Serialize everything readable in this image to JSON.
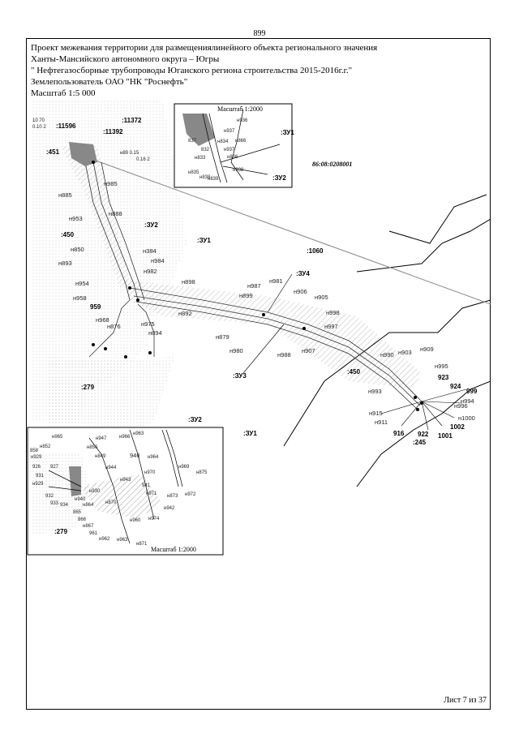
{
  "page_number": "899",
  "title_lines": [
    "Проект межевания территории для размещениялинейного объекта регионального значения",
    "Ханты-Мансийского автономного округа – Югры",
    "\" Нефтегазосборные трубопроводы Юганского региона строительства 2015-2016г.г.\"",
    "Землепользователь ОАО \"НК \"Роснефть\"",
    "Масштаб 1:5 000"
  ],
  "cadastral_block": "86:08:0208001",
  "zones": [
    ":ЗУ1",
    ":ЗУ2",
    ":ЗУ3",
    ":ЗУ4"
  ],
  "parcels": [
    ":11596",
    ":11372",
    ":11392",
    ":451",
    ":450",
    ":1060",
    ":279",
    ":245"
  ],
  "main_points": [
    "н885",
    "н985",
    "н953",
    "н888",
    "н850",
    "н384",
    "н893",
    "н984",
    "н982",
    "н954",
    "н958",
    "н898",
    "959",
    "н968",
    "н876",
    "н975",
    "н892",
    "н894",
    "н987",
    "н981",
    "н906",
    "н905",
    "н899",
    "н998",
    "н879",
    "н997",
    "н980",
    "н988",
    "н907",
    "н990",
    "н903",
    "н909",
    "н995",
    "923",
    "924",
    "999",
    "н994",
    "н996",
    "н1000",
    "1002",
    "1001",
    "922",
    "916",
    "н915",
    "н911",
    "н993"
  ],
  "main_extra": [
    ":ЗУ2",
    ":ЗУ1",
    ":ЗУ4",
    ":ЗУ3",
    ":450",
    ":1060",
    ":450",
    ":279",
    ":245"
  ],
  "inset_top": {
    "caption": "Масштаб 1:2000",
    "labels": [
      "н936",
      "н937",
      "н834",
      "н866",
      "н937",
      "н836",
      "н833",
      "н835",
      "н839",
      "н838",
      "837",
      "832",
      "н938",
      ":ЗУ1",
      ":ЗУ2"
    ]
  },
  "inset_bottom": {
    "caption": "Масштаб 1:2000",
    "labels": [
      "н965",
      "н963",
      "н947",
      "н966",
      "858",
      "н852",
      "н850",
      "н929",
      "н849",
      "946",
      "926",
      "927",
      "н944",
      "н964",
      "931",
      "н929",
      "н943",
      "н970",
      "н969",
      "н875",
      "941",
      "932",
      "933",
      "934",
      "н930",
      "н940",
      "н971",
      "н873",
      "н972",
      "865",
      "н864",
      "н870",
      "н942",
      "866",
      "н867",
      "н960",
      "н974",
      "961",
      "н962",
      "н963",
      "н871"
    ],
    "zones": [
      ":ЗУ2",
      ":ЗУ1"
    ],
    "parcel": ":279"
  },
  "scale_notes": [
    "10 70",
    "0.10 2",
    "н89 0.15",
    "0.16 2"
  ],
  "sheet_label": "Лист 7 из 37"
}
